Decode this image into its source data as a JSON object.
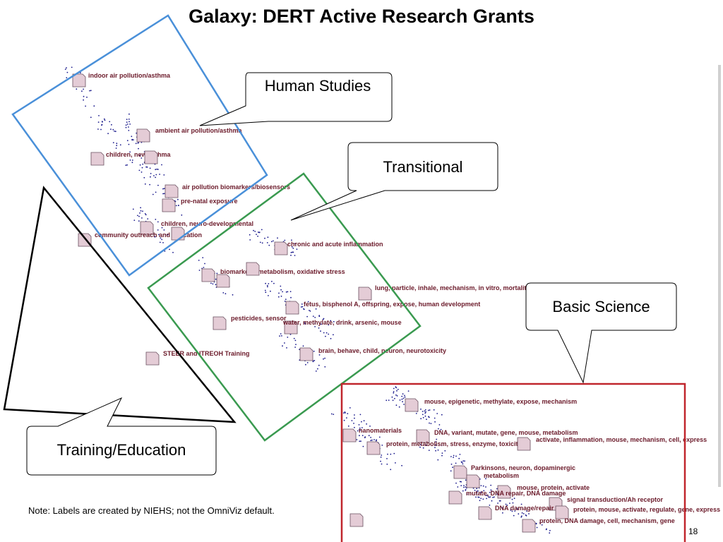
{
  "title": "Galaxy: DERT Active Research Grants",
  "callouts": {
    "human": "Human Studies",
    "transitional": "Transitional",
    "basic": "Basic Science",
    "training": "Training/Education"
  },
  "note": "Note: Labels are created by NIEHS; not the OmniViz default.",
  "page_number": "18",
  "clusters": [
    "indoor air pollution/asthma",
    "ambient air pollution/asthma",
    "children, new asthma",
    "air pollution biomarkers/biosensors",
    "pre-natal exposure",
    "children, neuro-developmental",
    "community outreach and education",
    "chronic and acute inflammation",
    "biomarkers, metabolism, oxidative stress",
    "lung, particle, inhale, mechanism, in vitro, mortality",
    "fetus, bisphenol A, offspring, expose, human development",
    "pesticides, sensor",
    "water, methylate, drink, arsenic, mouse",
    "brain, behave, child, neuron, neurotoxicity",
    "STEER and ITREOH Training",
    "mouse, epigenetic, methylate, expose, mechanism",
    "nanomaterials",
    "DNA, variant, mutate, gene, mouse, metabolism",
    "protein, metabolism, stress, enzyme, toxicity",
    "activate, inflammation, mouse, mechanism, cell, express",
    "Parkinsons, neuron, dopaminergic",
    "metabolism",
    "mouse, protein, activate",
    "mutate, DNA repair, DNA damage",
    "signal transduction/Ah receptor",
    "DNA damage/repair",
    "protein, mouse, activate, regulate, gene, express",
    "protein, DNA damage, cell, mechanism, gene"
  ],
  "colors": {
    "human_frame": "#4a90d9",
    "transitional_frame": "#3a9a50",
    "basic_frame": "#c0262d",
    "training_frame": "#000000",
    "dots": "#1a1a8c",
    "node_fill": "#e4ccd6",
    "label": "#6b1a2a"
  }
}
